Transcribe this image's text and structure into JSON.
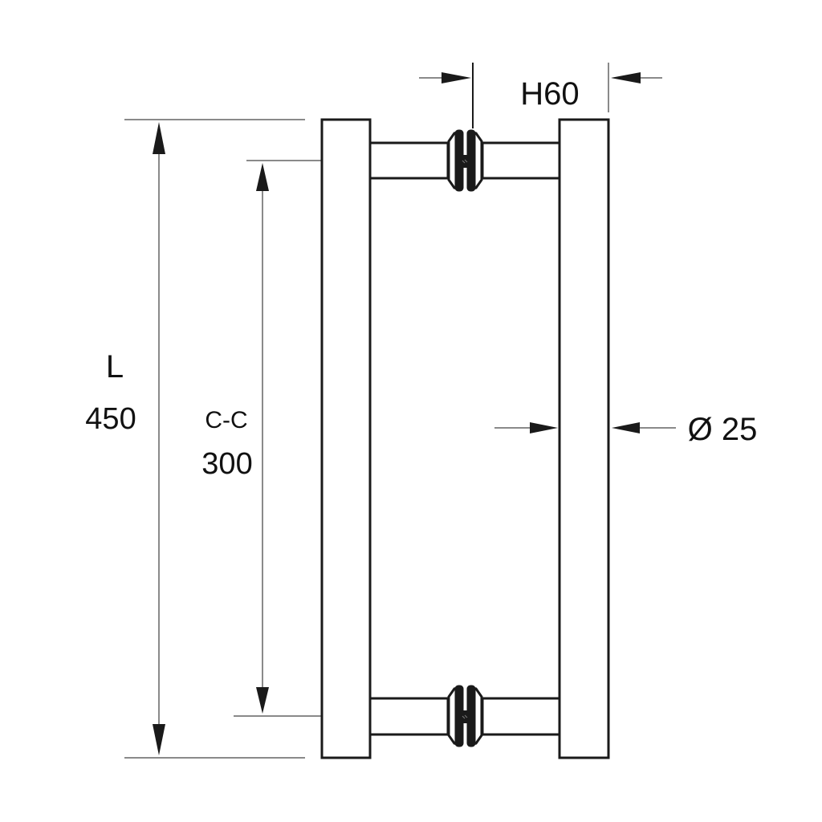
{
  "diagram": {
    "subject": "Back-to-back pull handle",
    "colors": {
      "outline": "#1a1a1a",
      "dimension_line": "#8a8a8a",
      "arrow": "#1a1a1a",
      "background": "#ffffff"
    },
    "dimensions": {
      "length": {
        "symbol": "L",
        "value": "450"
      },
      "center_to_center": {
        "symbol": "C-C",
        "value": "300"
      },
      "height": {
        "label": "H60",
        "symbol": "H",
        "value": "60"
      },
      "diameter": {
        "label": "Ø 25",
        "symbol": "Ø",
        "value": "25"
      }
    },
    "parts": [
      "left-grip-bar",
      "right-grip-bar",
      "top-standoff",
      "bottom-standoff",
      "top-glass-connector",
      "bottom-glass-connector"
    ]
  }
}
